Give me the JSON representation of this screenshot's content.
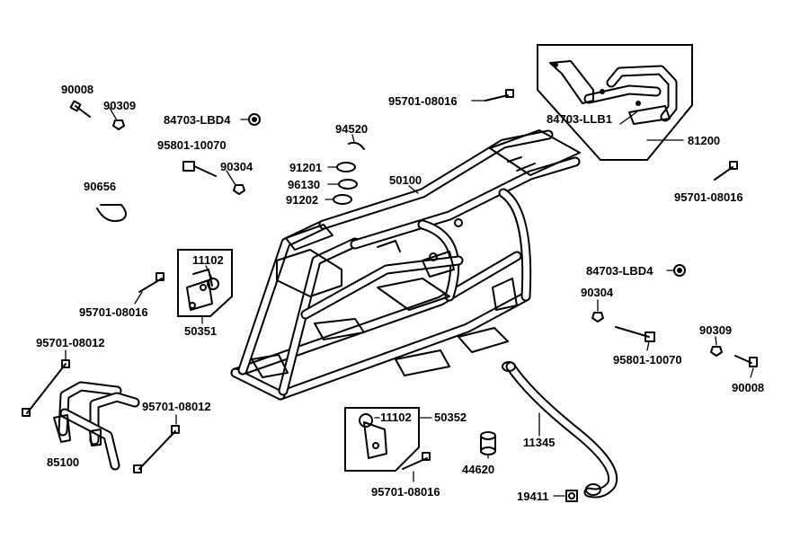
{
  "labels": {
    "l_90008_a": "90008",
    "l_90309_a": "90309",
    "l_84703_lbd4_a": "84703-LBD4",
    "l_95801_a": "95801-10070",
    "l_90304_a": "90304",
    "l_90656": "90656",
    "l_94520": "94520",
    "l_91201": "91201",
    "l_96130": "96130",
    "l_91202": "91202",
    "l_50100": "50100",
    "l_95701_top": "95701-08016",
    "l_84703_llb1": "84703-LLB1",
    "l_81200": "81200",
    "l_95701_right": "95701-08016",
    "l_11102_a": "11102",
    "l_50351": "50351",
    "l_95701_left": "95701-08016",
    "l_95701_08012_a": "95701-08012",
    "l_95701_08012_b": "95701-08012",
    "l_85100": "85100",
    "l_84703_lbd4_b": "84703-LBD4",
    "l_90304_b": "90304",
    "l_95801_b": "95801-10070",
    "l_90309_b": "90309",
    "l_90008_b": "90008",
    "l_11102_b": "11102",
    "l_50352": "50352",
    "l_11345": "11345",
    "l_44620": "44620",
    "l_95701_bottom": "95701-08016",
    "l_19411": "19411"
  }
}
